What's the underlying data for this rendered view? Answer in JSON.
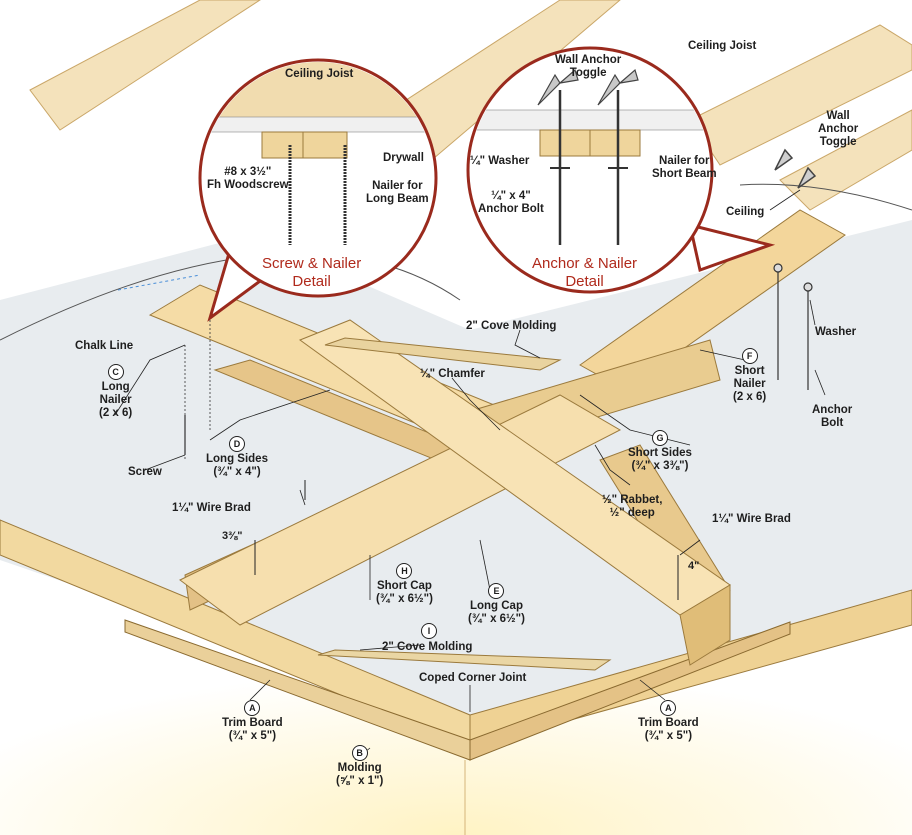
{
  "callouts": {
    "left": {
      "title": "Screw & Nailer",
      "subtitle": "Detail",
      "joist": "Ceiling Joist",
      "drywall": "Drywall",
      "screw_l1": "#8 x 3½\"",
      "screw_l2": "Fh Woodscrew",
      "nailer_l1": "Nailer for",
      "nailer_l2": "Long Beam"
    },
    "right": {
      "title": "Anchor & Nailer",
      "subtitle": "Detail",
      "toggle_l1": "Wall Anchor",
      "toggle_l2": "Toggle",
      "washer": "¼\" Washer",
      "bolt_l1": "¼\" x 4\"",
      "bolt_l2": "Anchor Bolt",
      "nailer_l1": "Nailer for",
      "nailer_l2": "Short Beam"
    }
  },
  "labels": {
    "ceiling_joist": "Ceiling Joist",
    "wall_anchor_l1": "Wall",
    "wall_anchor_l2": "Anchor",
    "wall_anchor_l3": "Toggle",
    "ceiling": "Ceiling",
    "washer": "Washer",
    "anchor_bolt_l1": "Anchor",
    "anchor_bolt_l2": "Bolt",
    "chalk_line": "Chalk Line",
    "screw": "Screw",
    "cove_top": "2\" Cove Molding",
    "chamfer": "¼\" Chamfer",
    "wire_brad_left": "1¼\" Wire Brad",
    "wire_brad_right": "1¼\" Wire Brad",
    "rabbet_l1": "½\" Rabbet,",
    "rabbet_l2": "½\" deep",
    "dim_38": "3⅜\"",
    "dim_4": "4\"",
    "cove_bottom": "2\" Cove Molding",
    "coped": "Coped Corner Joint"
  },
  "parts": {
    "C": {
      "letter": "C",
      "l1": "Long",
      "l2": "Nailer",
      "dims": "(2 x 6)"
    },
    "F": {
      "letter": "F",
      "l1": "Short",
      "l2": "Nailer",
      "dims": "(2 x 6)"
    },
    "D": {
      "letter": "D",
      "l1": "Long Sides",
      "dims": "(¾\" x 4\")"
    },
    "G": {
      "letter": "G",
      "l1": "Short Sides",
      "dims": "(¾\" x 3⅜\")"
    },
    "H": {
      "letter": "H",
      "l1": "Short Cap",
      "dims": "(¾\" x 6½\")"
    },
    "E": {
      "letter": "E",
      "l1": "Long Cap",
      "dims": "(¾\" x 6½\")"
    },
    "I": {
      "letter": "I"
    },
    "A_left": {
      "letter": "A",
      "l1": "Trim Board",
      "dims": "(¾\" x 5\")"
    },
    "A_right": {
      "letter": "A",
      "l1": "Trim Board",
      "dims": "(¾\" x 5\")"
    },
    "B": {
      "letter": "B",
      "l1": "Molding",
      "dims": "(⅝\" x 1\")"
    }
  },
  "colors": {
    "wood": "#f2d9a0",
    "wood_shadow": "#e0bd78",
    "ceiling": "#e9edf0",
    "accent": "#b02a1c",
    "line": "#2b2b2b"
  }
}
